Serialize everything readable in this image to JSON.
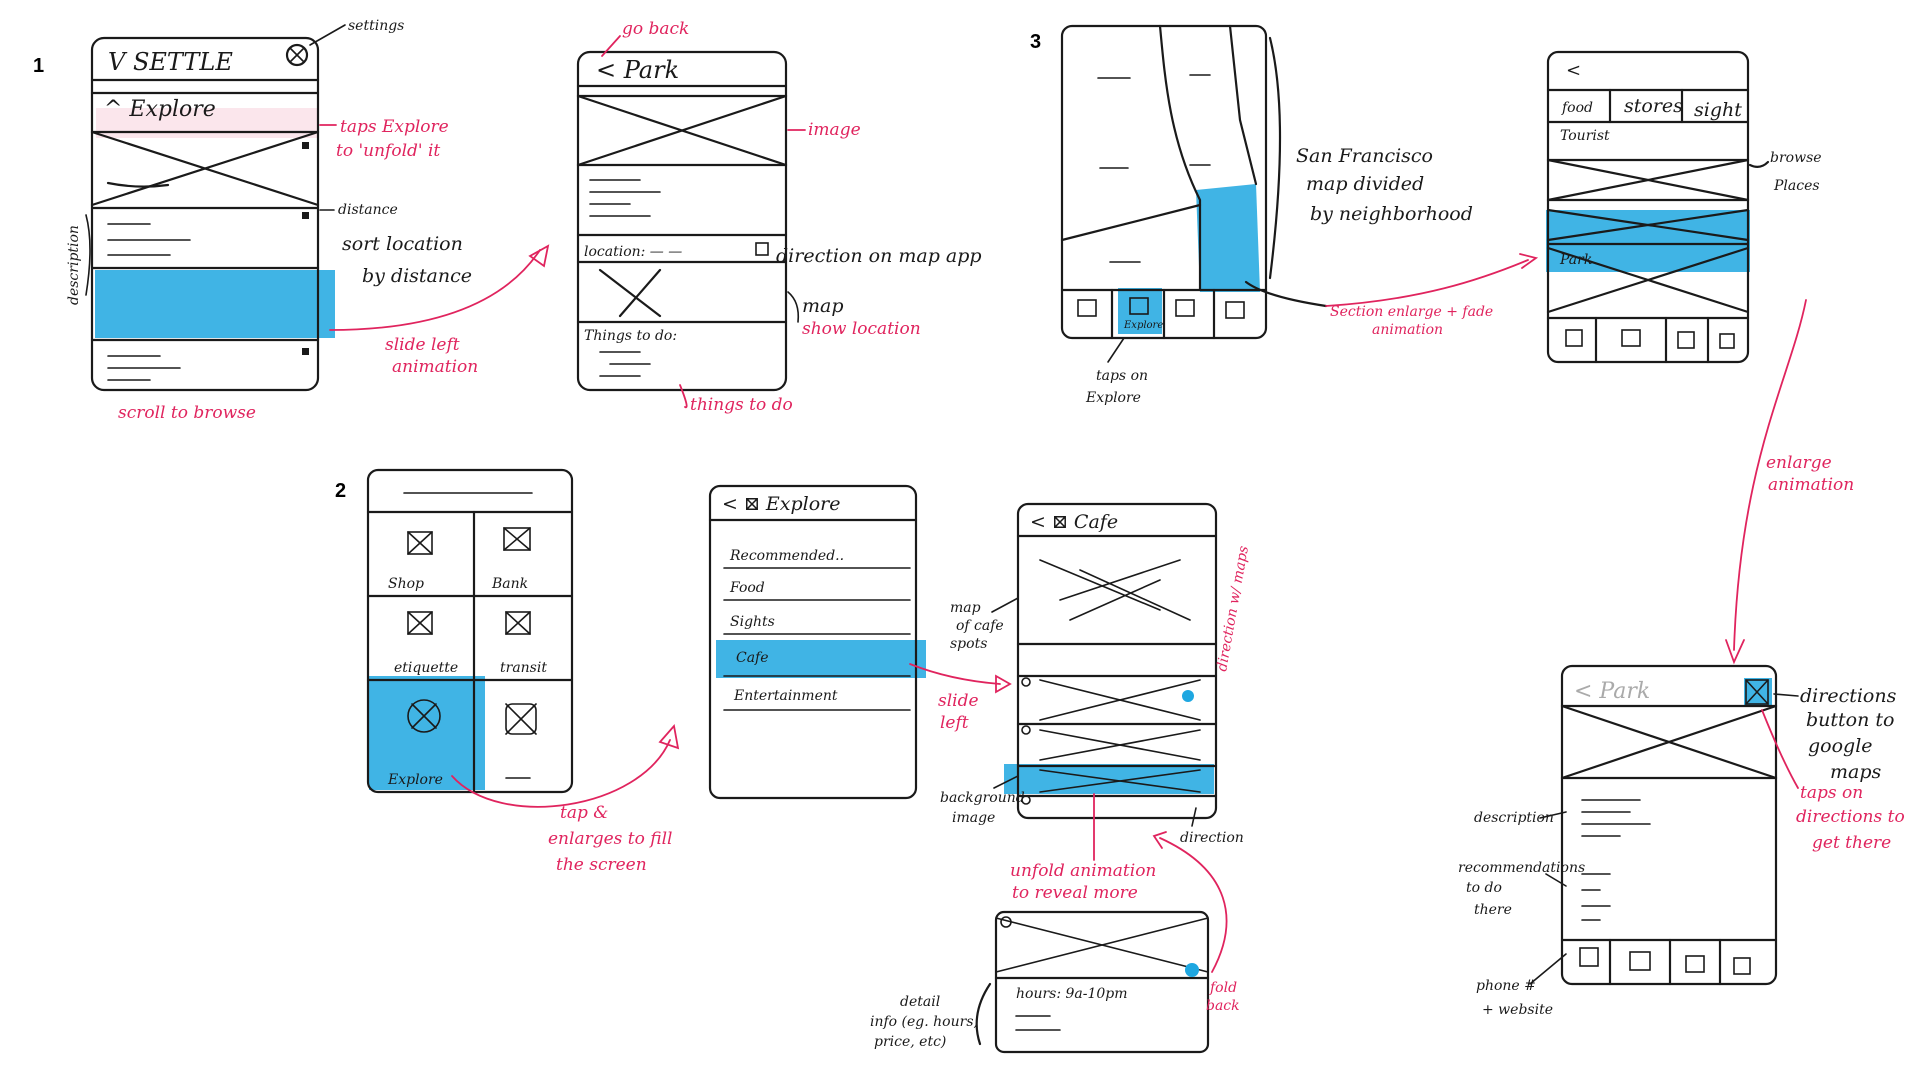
{
  "section_numbers": [
    "1",
    "2",
    "3"
  ],
  "colors": {
    "ink": "#1a1a1a",
    "highlight": "#1ea7e1",
    "annotation": "#e0245e"
  },
  "screen1": {
    "title": "V SETTLE",
    "explore": "^ Explore",
    "annotations": {
      "settings": "settings",
      "taps_explore": "taps Explore",
      "to_unfold": "to 'unfold' it",
      "distance": "distance",
      "sort_line1": "sort location",
      "sort_line2": "by distance",
      "description": "description",
      "slide_left_1": "slide left",
      "slide_left_2": "animation",
      "scroll": "scroll to browse"
    }
  },
  "screen_park": {
    "title": "< Park",
    "location": "location: — —",
    "things_to_do": "Things to do:",
    "annotations": {
      "go_back": "go back",
      "image": "image",
      "direction": "direction on map app",
      "map": "map",
      "show_location": "show location",
      "things": "things to do"
    }
  },
  "screen_map": {
    "tab_label": "Explore",
    "annotations": {
      "sf_1": "San Francisco",
      "sf_2": "map divided",
      "sf_3": "by neighborhood",
      "enlarge_1": "Section enlarge + fade",
      "enlarge_2": "animation",
      "taps_1": "taps on",
      "taps_2": "Explore"
    }
  },
  "screen_browse": {
    "tabs": [
      "food",
      "stores",
      "sight"
    ],
    "list_title": "Tourist",
    "highlight_label": "Park",
    "annotations": {
      "browse_1": "browse",
      "browse_2": "Places",
      "enlarge_1": "enlarge",
      "enlarge_2": "animation"
    }
  },
  "screen_grid": {
    "cells": [
      "Shop",
      "Bank",
      "etiquette",
      "transit",
      "Explore"
    ],
    "annotations": {
      "tap_1": "tap &",
      "tap_2": "enlarges to fill",
      "tap_3": "the screen"
    }
  },
  "screen_explore_list": {
    "title": "< ⊠ Explore",
    "items": [
      "Recommended..",
      "Food",
      "Sights",
      "Cafe",
      "Entertainment"
    ],
    "annotations": {
      "slide_1": "slide",
      "slide_2": "left"
    }
  },
  "screen_cafe": {
    "title": "< ⊠ Cafe",
    "annotations": {
      "map_1": "map",
      "map_2": "of cafe",
      "map_3": "spots",
      "direction_maps": "direction w/ maps",
      "bg_1": "background",
      "bg_2": "image",
      "unfold_1": "unfold animation",
      "unfold_2": "to reveal more",
      "direction": "direction"
    }
  },
  "screen_detail": {
    "hours": "hours: 9a-10pm",
    "annotations": {
      "detail_1": "detail",
      "detail_2": "info (eg. hours,",
      "detail_3": "price, etc)",
      "fold_1": "fold",
      "fold_2": "back"
    }
  },
  "screen_park2": {
    "title": "< Park",
    "annotations": {
      "dir_1": "directions",
      "dir_2": "button to",
      "dir_3": "google",
      "dir_4": "maps",
      "tap_1": "taps on",
      "tap_2": "directions to",
      "tap_3": "get there",
      "description": "description",
      "rec_1": "recommendations",
      "rec_2": "to do",
      "rec_3": "there",
      "phone_1": "phone #",
      "phone_2": "+ website"
    }
  }
}
